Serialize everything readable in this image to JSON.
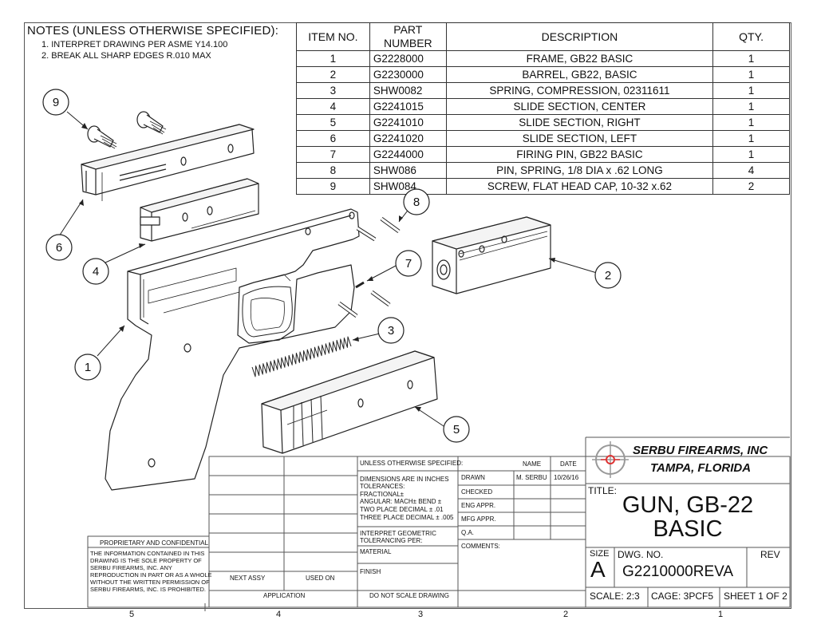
{
  "notes": {
    "title": "NOTES (UNLESS OTHERWISE SPECIFIED):",
    "items": [
      "1.  INTERPRET DRAWING PER ASME Y14.100",
      "2.  BREAK ALL SHARP EDGES R.010 MAX"
    ]
  },
  "bom": {
    "headers": [
      "ITEM NO.",
      "PART NUMBER",
      "DESCRIPTION",
      "QTY."
    ],
    "rows": [
      {
        "item": "1",
        "part": "G2228000",
        "desc": "FRAME, GB22 BASIC",
        "qty": "1"
      },
      {
        "item": "2",
        "part": "G2230000",
        "desc": "BARREL, GB22, BASIC",
        "qty": "1"
      },
      {
        "item": "3",
        "part": "SHW0082",
        "desc": "SPRING, COMPRESSION, 02311611",
        "qty": "1"
      },
      {
        "item": "4",
        "part": "G2241015",
        "desc": "SLIDE SECTION, CENTER",
        "qty": "1"
      },
      {
        "item": "5",
        "part": "G2241010",
        "desc": "SLIDE SECTION, RIGHT",
        "qty": "1"
      },
      {
        "item": "6",
        "part": "G2241020",
        "desc": "SLIDE SECTION, LEFT",
        "qty": "1"
      },
      {
        "item": "7",
        "part": "G2244000",
        "desc": "FIRING PIN, GB22 BASIC",
        "qty": "1"
      },
      {
        "item": "8",
        "part": "SHW086",
        "desc": "PIN, SPRING, 1/8 DIA x .62 LONG",
        "qty": "4"
      },
      {
        "item": "9",
        "part": "SHW084",
        "desc": "SCREW, FLAT HEAD CAP, 10-32 x.62",
        "qty": "2"
      }
    ]
  },
  "balloons": [
    "9",
    "6",
    "4",
    "1",
    "8",
    "7",
    "3",
    "2",
    "5"
  ],
  "title_block": {
    "company": "SERBU FIREARMS, INC",
    "location": "TAMPA, FLORIDA",
    "title_label": "TITLE:",
    "title_line1": "GUN, GB-22",
    "title_line2": "BASIC",
    "size_label": "SIZE",
    "size": "A",
    "dwg_label": "DWG.  NO.",
    "dwg_no": "G2210000REVA",
    "rev_label": "REV",
    "scale": "SCALE: 2:3",
    "cage": "CAGE: 3PCF5",
    "sheet": "SHEET 1 OF 2",
    "unless": "UNLESS OTHERWISE SPECIFIED:",
    "name_h": "NAME",
    "date_h": "DATE",
    "tolerances": [
      "DIMENSIONS ARE IN INCHES",
      "TOLERANCES:",
      "FRACTIONAL±",
      "ANGULAR: MACH±     BEND ±",
      "TWO PLACE DECIMAL     ± .01",
      "THREE PLACE DECIMAL   ± .005"
    ],
    "interpret": [
      "INTERPRET GEOMETRIC",
      "TOLERANCING PER:"
    ],
    "material": "MATERIAL",
    "finish": "FINISH",
    "do_not_scale": "DO NOT SCALE DRAWING",
    "drawn": "DRAWN",
    "drawn_name": "M. SERBU",
    "drawn_date": "10/26/16",
    "checked": "CHECKED",
    "eng": "ENG APPR.",
    "mfg": "MFG APPR.",
    "qa": "Q.A.",
    "comments": "COMMENTS:",
    "next_assy": "NEXT ASSY",
    "used_on": "USED ON",
    "application": "APPLICATION",
    "prop_title": "PROPRIETARY AND CONFIDENTIAL",
    "prop_lines": [
      "THE INFORMATION CONTAINED IN THIS",
      "DRAWING IS THE SOLE PROPERTY OF",
      "SERBU FIREARMS, INC.  ANY",
      "REPRODUCTION IN PART OR AS A WHOLE",
      "WITHOUT THE WRITTEN PERMISSION OF",
      "SERBU FIREARMS, INC. IS PROHIBITED."
    ]
  },
  "zones": [
    "5",
    "4",
    "3",
    "2",
    "1"
  ]
}
